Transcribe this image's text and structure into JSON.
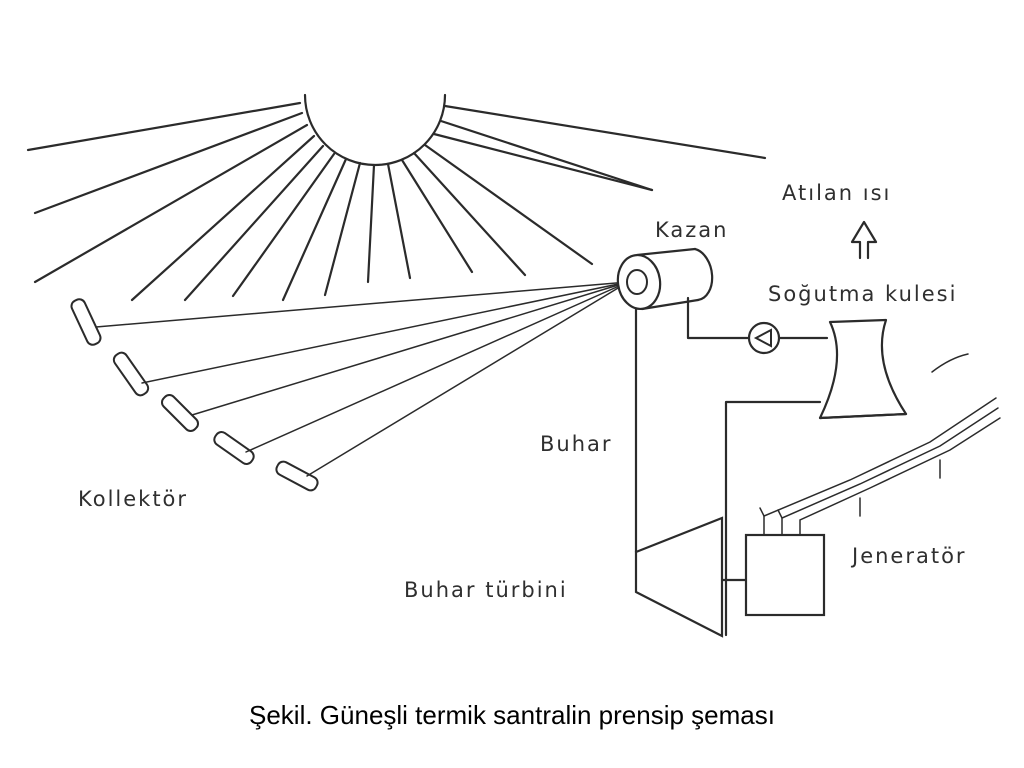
{
  "labels": {
    "atilan_isi": "Atılan ısı",
    "kazan": "Kazan",
    "sogutma_kulesi": "Soğutma kulesi",
    "buhar": "Buhar",
    "kollektor": "Kollektör",
    "buhar_turbini": "Buhar türbini",
    "jenerator": "Jeneratör"
  },
  "caption": "Şekil. Güneşli termik santralin prensip şeması"
}
